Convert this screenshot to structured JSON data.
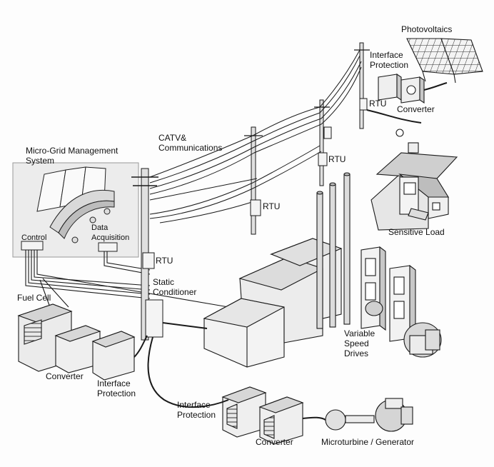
{
  "labels": {
    "photovoltaics": "Photovoltaics",
    "interface_protection_top": "Interface\nProtection",
    "converter_top": "Converter",
    "rtu_top": "RTU",
    "catv": "CATV&\nCommunications",
    "rtu_mid_right": "RTU",
    "rtu_mid": "RTU",
    "rtu_left": "RTU",
    "mgms": "Micro-Grid Management\nSystem",
    "control": "Control",
    "data_acquisition": "Data\nAcquisition",
    "static_conditioner": "Static\nConditioner",
    "sensitive_load": "Sensitive Load",
    "fuel_cell": "Fuel Cell",
    "converter_fuel": "Converter",
    "interface_protection_fuel": "Interface\nProtection",
    "variable_speed_drives": "Variable\nSpeed\nDrives",
    "interface_protection_bottom": "Interface\nProtection",
    "converter_bottom": "Converter",
    "microturbine": "Microturbine / Generator"
  },
  "colors": {
    "line": "#1a1a1a",
    "fill_light": "#f2f2f2",
    "fill_mid": "#cfcfcf",
    "fill_dark": "#8a8a8a",
    "panel_bg": "#ececec"
  }
}
